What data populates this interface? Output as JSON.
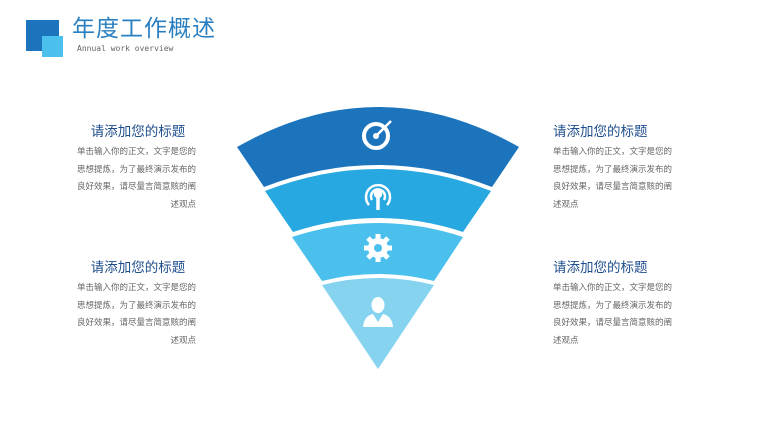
{
  "header": {
    "title": "年度工作概述",
    "subtitle": "Annual work overview"
  },
  "blocks": [
    {
      "title": "请添加您的标题",
      "body": "单击输入你的正文，文字是您的思想提炼，为了最终演示发布的良好效果，请尽量言简意赅的阐述观点"
    },
    {
      "title": "请添加您的标题",
      "body": "单击输入你的正文，文字是您的思想提炼，为了最终演示发布的良好效果，请尽量言简意赅的阐述观点"
    },
    {
      "title": "请添加您的标题",
      "body": "单击输入你的正文，文字是您的思想提炼，为了最终演示发布的良好效果，请尽量言简意赅的阐述观点"
    },
    {
      "title": "请添加您的标题",
      "body": "单击输入你的正文，文字是您的思想提炼，为了最终演示发布的良好效果，请尽量言简意赅的阐述观点"
    }
  ],
  "funnel": {
    "colors": [
      "#1c75bc",
      "#27a8e0",
      "#4bc0ec",
      "#86d3f0"
    ],
    "icons": [
      "target-icon",
      "broadcast-icon",
      "gear-icon",
      "person-icon"
    ]
  }
}
